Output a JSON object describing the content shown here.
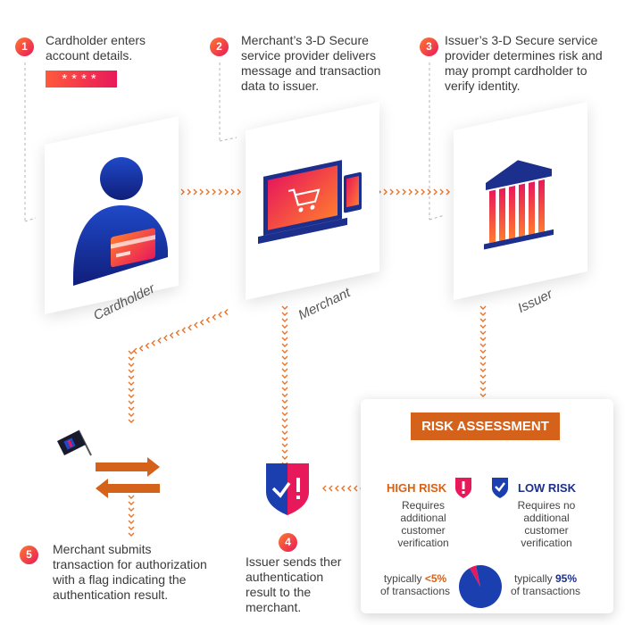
{
  "steps": [
    {
      "num": "1",
      "text": "Cardholder enters\naccount details."
    },
    {
      "num": "2",
      "text": "Merchant’s 3-D Secure\nservice provider delivers\nmessage and transaction\ndata to issuer."
    },
    {
      "num": "3",
      "text": "Issuer’s 3-D Secure service\nprovider determines risk and\nmay prompt cardholder to\nverify identity."
    },
    {
      "num": "4",
      "text": "Issuer sends ther\nauthentication\nresult to the\nmerchant."
    },
    {
      "num": "5",
      "text": "Merchant submits\ntransaction for authorization\nwith a flag indicating the\nauthentication result."
    }
  ],
  "password_mask": "****",
  "entities": {
    "cardholder": "Cardholder",
    "merchant": "Merchant",
    "issuer": "Issuer"
  },
  "risk": {
    "title": "RISK ASSESSMENT",
    "high_label": "HIGH RISK",
    "high_desc": "Requires\nadditional\ncustomer\nverification",
    "low_label": "LOW RISK",
    "low_desc": "Requires no\nadditional\ncustomer\nverification",
    "high_pct_prefix": "typically ",
    "high_pct": "<5%",
    "high_pct_suffix": "of transactions",
    "low_pct_prefix": "typically ",
    "low_pct": "95%",
    "low_pct_suffix": "of transactions",
    "high_share": 0.05,
    "low_share": 0.95
  },
  "colors": {
    "accent_orange": "#d5621a",
    "accent_pink": "#e8195a",
    "navy": "#1c2f8c",
    "low_risk_text": "#1c2f8c",
    "high_risk_text": "#d5621a"
  }
}
